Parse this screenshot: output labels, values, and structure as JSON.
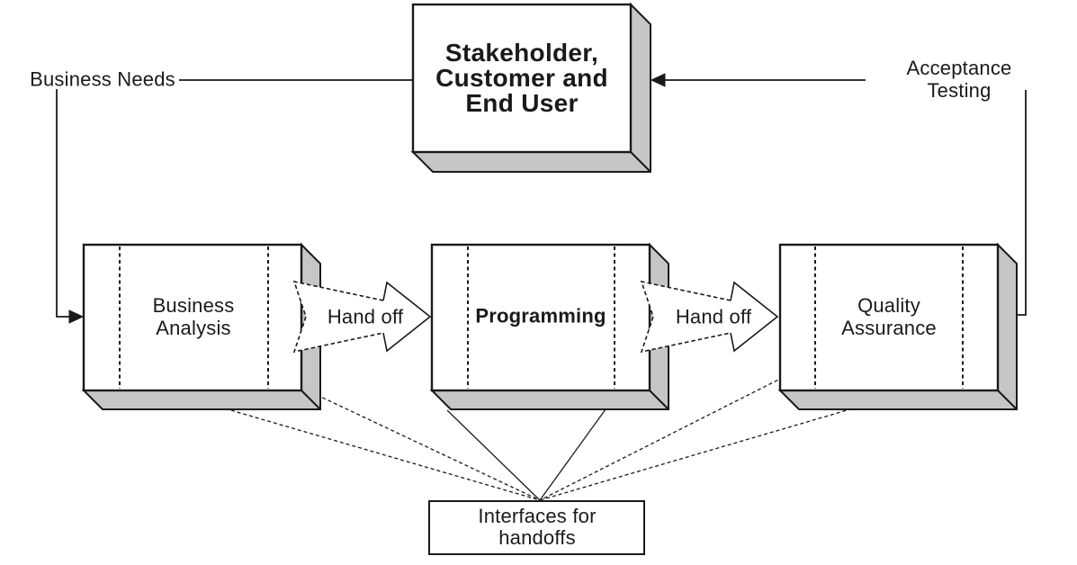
{
  "diagram": {
    "background": "#ffffff",
    "colors": {
      "line": "#1a1a1a",
      "box_face": "#ffffff",
      "shadow_fill": "#c6c6c6"
    },
    "labels": {
      "business_needs": "Business Needs",
      "acceptance_testing": "Acceptance Testing"
    },
    "stakeholder_box": {
      "label": "Stakeholder,\nCustomer and\nEnd User"
    },
    "process_boxes": [
      {
        "label": "Business\nAnalysis"
      },
      {
        "label": "Programming"
      },
      {
        "label": "Quality\nAssurance"
      }
    ],
    "handoff_arrows": [
      {
        "label": "Hand off"
      },
      {
        "label": "Hand off"
      }
    ],
    "interfaces_box": {
      "label": "Interfaces for\nhandoffs"
    }
  }
}
